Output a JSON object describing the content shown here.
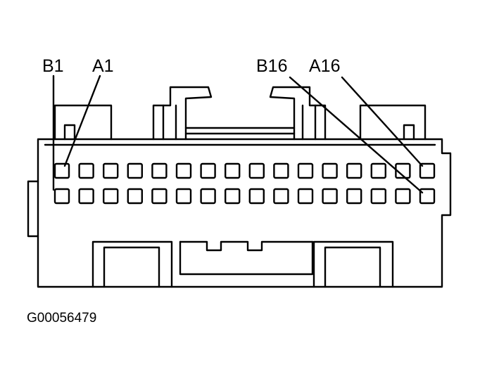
{
  "labels": {
    "b1": "B1",
    "a1": "A1",
    "b16": "B16",
    "a16": "A16"
  },
  "figure_code": "G00056479",
  "connector": {
    "pins_per_row": 16,
    "rows": [
      "A",
      "B"
    ]
  }
}
